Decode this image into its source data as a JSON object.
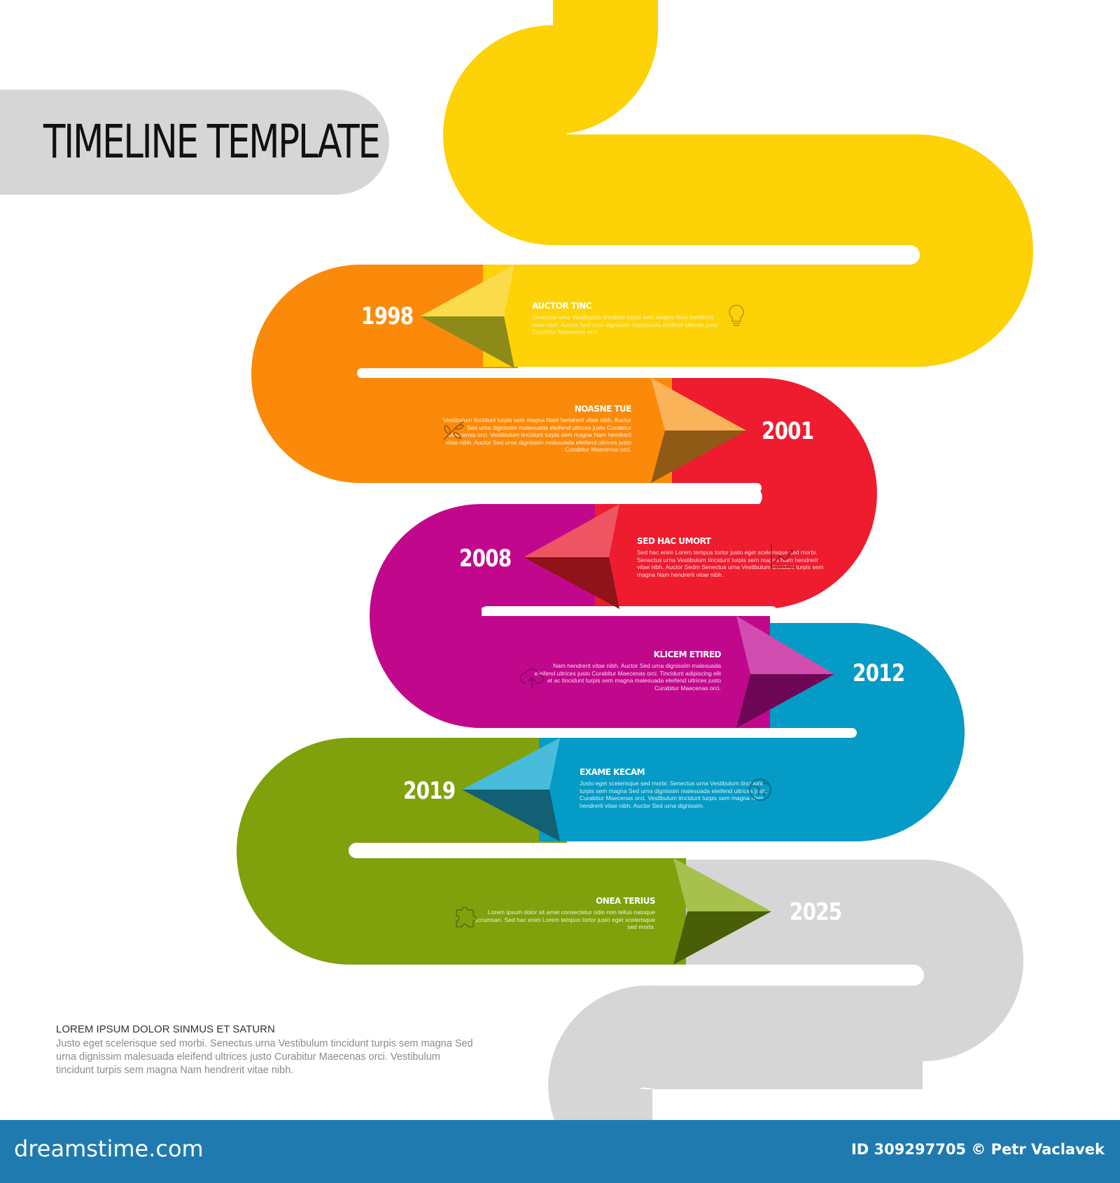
{
  "title": "TIMELINE TEMPLATE",
  "colors": {
    "yellow": "#fdd206",
    "orange": "#fb8a0a",
    "red": "#ee1c2e",
    "magenta": "#c1088c",
    "blue": "#049bc6",
    "green": "#80a10b",
    "gray": "#d6d6d6"
  },
  "events": [
    {
      "year": "1998",
      "title": "AUCTOR TINC",
      "text": "Senectus urna Vestibulum tincidunt turpis sem magna Nam hendrerit vitae nibh. Auctor Sed urna dignissim malesuada eleifend ultrices justo Curabitur Maecenas orci.",
      "icon": "lightbulb-icon"
    },
    {
      "year": "2001",
      "title": "NOASNE TUE",
      "text": "Vestibulum tincidunt turpis sem magna Nam hendrerit vitae nibh. Auctor Sed urna dignissim malesuada eleifend ultrices justo Curabitur Maecenas orci. Vestibulum tincidunt turpis sem magna Nam hendrerit vitae nibh. Auctor Sed urna dignissim malesuada eleifend ultrices justo Curabitur Maecenas orci.",
      "icon": "plant-icon"
    },
    {
      "year": "2008",
      "title": "SED HAC UMORT",
      "text": "Sed hac enim Lorem tempus tortor justo eget scelerisque sed morbi. Senectus urna Vestibulum tincidunt turpis sem magna Nam hendrerit vitae nibh. Auctor Sedm Senectus urna Vestibulum tincidunt turpis sem magna Nam hendrerit vitae nibh.",
      "icon": "chart-icon"
    },
    {
      "year": "2012",
      "title": "KLICEM ETIRED",
      "text": "Nam hendrerit vitae nibh. Auctor Sed urna dignissim malesuada eleifend ultrices justo Curabitur Maecenas orci. Tincidunt adipiscing elit et ac tincidunt turpis sem magna malesuada eleifend ultrices justo Curabitur Maecenas orci.",
      "icon": "cloud-upload-icon"
    },
    {
      "year": "2019",
      "title": "EXAME KECAM",
      "text": "Justo eget scelerisque sed morbi. Senectus urna Vestibulum tincidunt turpis sem magna Sed urna dignissim malesuada eleifend ultrices justo Curabitur Maecenas orci. Vestibulum tincidunt turpis sem magna Nam hendrerit vitae nibh. Auctor Sed urna dignissim.",
      "icon": "globe-icon"
    },
    {
      "year": "2025",
      "title": "ONEA TERIUS",
      "text": "Lorem ipsum dolor sit amet consectetur odio non tellus natoque accumsan. Sed hac enim Lorem tempus tortor justo eget scelerisque sed morbi.",
      "icon": "puzzle-icon"
    }
  ],
  "footer": {
    "title": "LOREM IPSUM DOLOR SINMUS ET SATURN",
    "text": "Justo eget scelerisque sed morbi. Senectus urna Vestibulum tincidunt turpis sem magna  Sed urna dignissim malesuada eleifend ultrices justo Curabitur Maecenas orci. Vestibulum tincidunt turpis sem magna Nam hendrerit vitae nibh."
  },
  "watermark": {
    "brand": "dreamstime.com",
    "credit": "ID 309297705 © Petr Vaclavek"
  }
}
